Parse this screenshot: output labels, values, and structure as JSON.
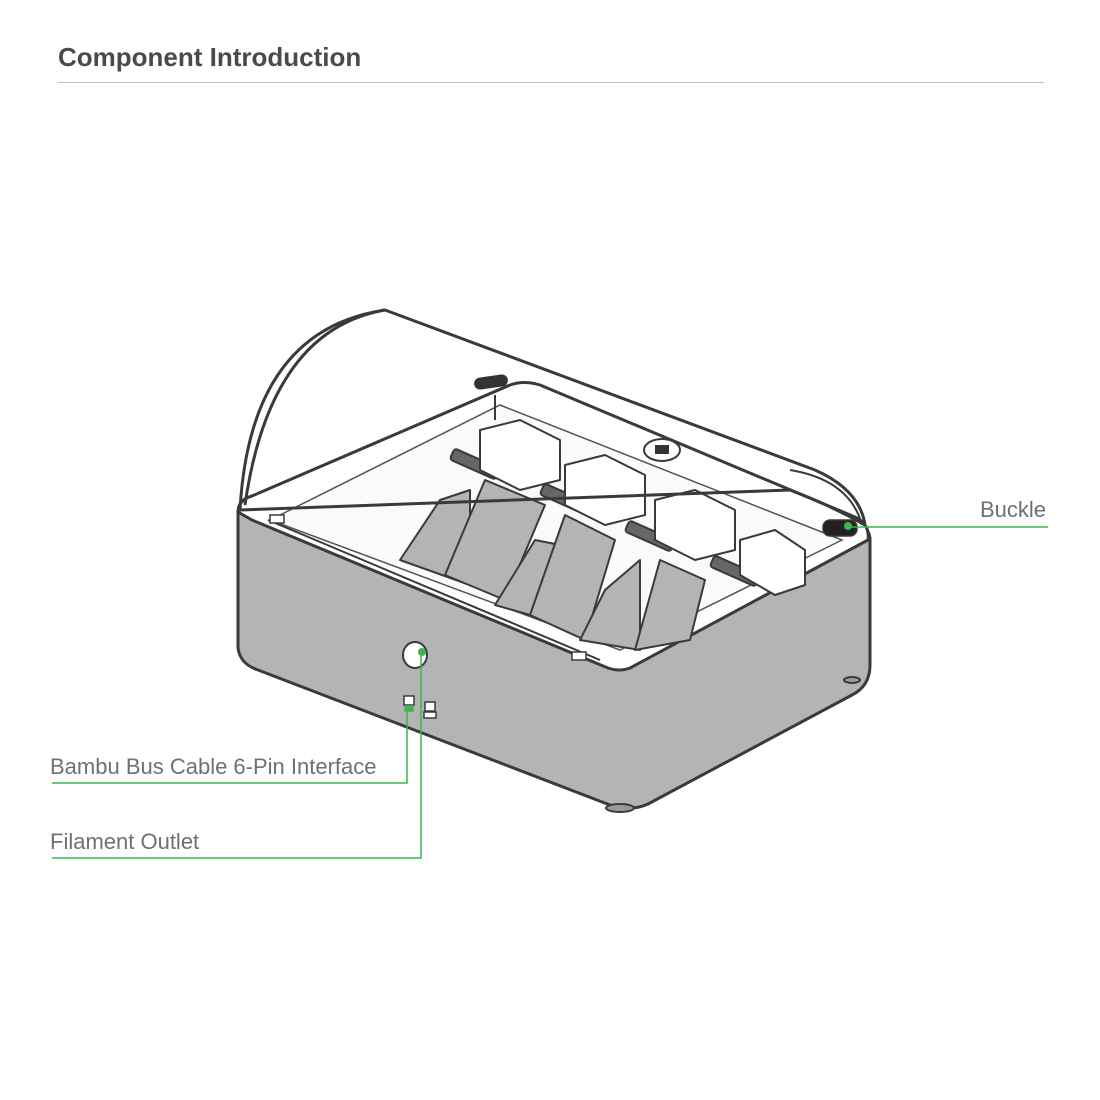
{
  "header": {
    "title": "Component Introduction"
  },
  "callouts": {
    "buckle": "Buckle",
    "bus_cable": "Bambu Bus Cable 6-Pin Interface",
    "filament_outlet": "Filament Outlet"
  },
  "colors": {
    "accent": "#3cb54a",
    "body": "#b4b4b4",
    "outline": "#3a3a3a",
    "title_text": "#4a4a4a",
    "label_text": "#707070"
  }
}
